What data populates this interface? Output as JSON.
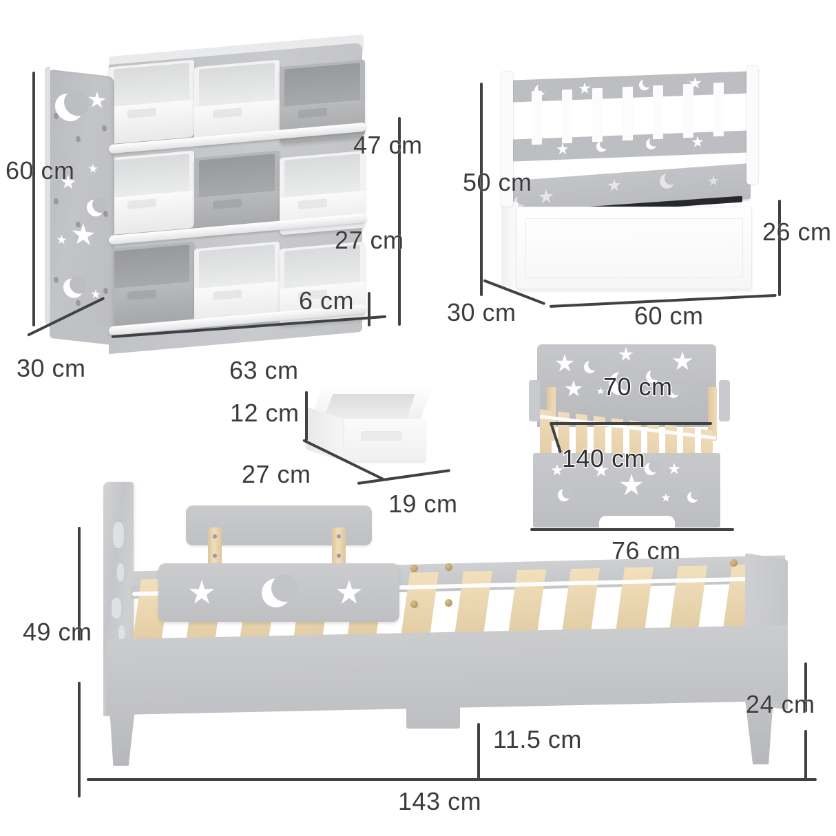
{
  "diagram": {
    "title": "Kids furniture set dimension diagram",
    "unit": "cm",
    "background_color": "#ffffff",
    "line_color": "#404145",
    "text_color": "#3b3b3d",
    "palette": {
      "grey_panel": "#bdbec1",
      "white_panel": "#fbfbfb",
      "wood": "#f0ddbb",
      "bin_grey": "#b5b6b8",
      "bin_white": "#f2f2f3"
    }
  },
  "products": {
    "organizer": {
      "name": "Toy storage organizer with 9 bins",
      "dimensions": {
        "height": "60 cm",
        "depth": "30 cm",
        "width": "63 cm",
        "tier_top": "47 cm",
        "tier_middle": "27 cm",
        "tier_bottom": "6 cm"
      },
      "bin_rows": [
        [
          "white",
          "white",
          "grey"
        ],
        [
          "white",
          "grey",
          "white"
        ],
        [
          "grey",
          "white",
          "white"
        ]
      ]
    },
    "bench": {
      "name": "Toy box bench with storage",
      "dimensions": {
        "height": "50 cm",
        "depth": "30 cm",
        "width": "60 cm",
        "box_height": "26 cm"
      },
      "back_slat_count": 7
    },
    "storage_bin": {
      "name": "Fabric storage bin",
      "dimensions": {
        "height": "12 cm",
        "depth": "27 cm",
        "width": "19 cm"
      }
    },
    "bed_detail": {
      "name": "Toddler bed front view",
      "dimensions": {
        "inner_width": "70 cm",
        "inner_length": "140 cm",
        "outer_width": "76 cm"
      }
    },
    "bed_main": {
      "name": "Toddler bed side view with safety rail",
      "dimensions": {
        "height": "49 cm",
        "total_length": "143 cm",
        "frame_height": "24 cm",
        "ground_clearance": "11.5 cm"
      },
      "slat_count": 12
    }
  },
  "labels": {
    "organizer_height": "60 cm",
    "organizer_depth": "30 cm",
    "organizer_width": "63 cm",
    "organizer_tier1": "47 cm",
    "organizer_tier2": "27 cm",
    "organizer_tier3": "6 cm",
    "bench_height": "50 cm",
    "bench_depth": "30 cm",
    "bench_width": "60 cm",
    "bench_box": "26 cm",
    "bin_height": "12 cm",
    "bin_depth": "27 cm",
    "bin_width": "19 cm",
    "bed_inner_width": "70 cm",
    "bed_inner_length": "140 cm",
    "bed_outer_width": "76 cm",
    "bed_height": "49 cm",
    "bed_length": "143 cm",
    "bed_frame_height": "24 cm",
    "bed_clearance": "11.5 cm"
  },
  "chart_data": {
    "type": "table",
    "title": "Kids furniture set dimension diagram",
    "categories": [
      "Toy storage organizer",
      "Toy box bench",
      "Fabric storage bin",
      "Toddler bed (front)",
      "Toddler bed (side)"
    ],
    "series": [
      {
        "name": "Toy storage organizer",
        "measurements": [
          {
            "label": "60 cm",
            "value": 60,
            "axis": "height"
          },
          {
            "label": "30 cm",
            "value": 30,
            "axis": "depth"
          },
          {
            "label": "63 cm",
            "value": 63,
            "axis": "width"
          },
          {
            "label": "47 cm",
            "value": 47,
            "axis": "tier-top"
          },
          {
            "label": "27 cm",
            "value": 27,
            "axis": "tier-middle"
          },
          {
            "label": "6 cm",
            "value": 6,
            "axis": "tier-bottom"
          }
        ]
      },
      {
        "name": "Toy box bench",
        "measurements": [
          {
            "label": "50 cm",
            "value": 50,
            "axis": "height"
          },
          {
            "label": "30 cm",
            "value": 30,
            "axis": "depth"
          },
          {
            "label": "60 cm",
            "value": 60,
            "axis": "width"
          },
          {
            "label": "26 cm",
            "value": 26,
            "axis": "box-height"
          }
        ]
      },
      {
        "name": "Fabric storage bin",
        "measurements": [
          {
            "label": "12 cm",
            "value": 12,
            "axis": "height"
          },
          {
            "label": "27 cm",
            "value": 27,
            "axis": "depth"
          },
          {
            "label": "19 cm",
            "value": 19,
            "axis": "width"
          }
        ]
      },
      {
        "name": "Toddler bed (front)",
        "measurements": [
          {
            "label": "70 cm",
            "value": 70,
            "axis": "inner-width"
          },
          {
            "label": "140 cm",
            "value": 140,
            "axis": "inner-length"
          },
          {
            "label": "76 cm",
            "value": 76,
            "axis": "outer-width"
          }
        ]
      },
      {
        "name": "Toddler bed (side)",
        "measurements": [
          {
            "label": "49 cm",
            "value": 49,
            "axis": "height"
          },
          {
            "label": "143 cm",
            "value": 143,
            "axis": "length"
          },
          {
            "label": "24 cm",
            "value": 24,
            "axis": "frame-height"
          },
          {
            "label": "11.5 cm",
            "value": 11.5,
            "axis": "ground-clearance"
          }
        ]
      }
    ],
    "unit": "cm",
    "xlabel": "",
    "ylabel": ""
  }
}
